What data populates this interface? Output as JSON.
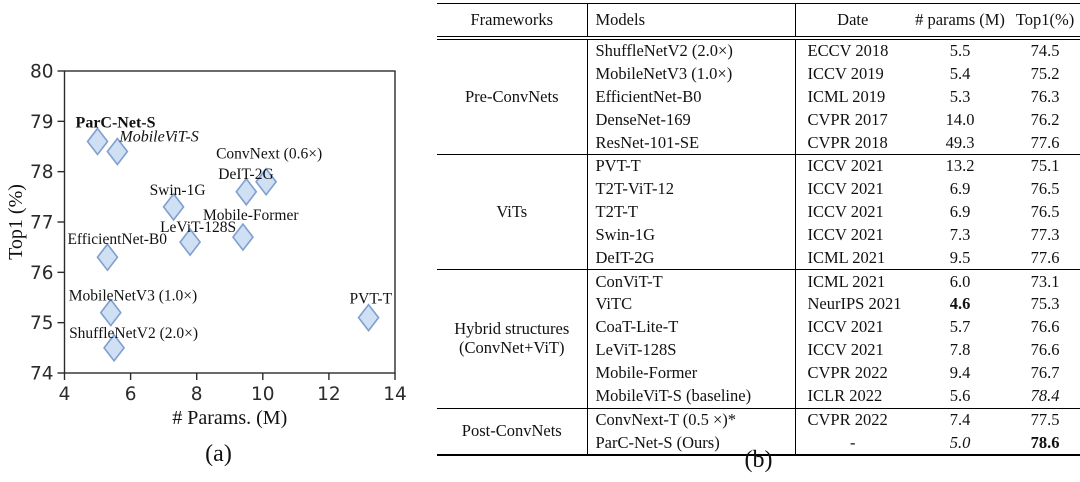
{
  "figure": {
    "captions": {
      "a": "(a)",
      "b": "(b)"
    }
  },
  "chart_data": [
    {
      "type": "scatter",
      "title": "",
      "xlabel": "# Params. (M)",
      "ylabel": "Top1 (%)",
      "xlim": [
        4,
        14
      ],
      "ylim": [
        74,
        80
      ],
      "xticks": [
        4,
        6,
        8,
        10,
        12,
        14
      ],
      "yticks": [
        80,
        79,
        78,
        77,
        76,
        75,
        74
      ],
      "grid": false,
      "legend": "none",
      "marker": "diamond",
      "colors": {
        "marker_fill": "#cfdff4",
        "marker_stroke": "#7f9fcf",
        "axis": "#2b2b2b"
      },
      "points": [
        {
          "label": "ParC-Net-S",
          "x": 5.0,
          "y": 78.6,
          "style": "bold",
          "label_dx": -22,
          "label_dy": -14
        },
        {
          "label": "MobileViT-S",
          "x": 5.6,
          "y": 78.4,
          "style": "italic",
          "label_dx": 2,
          "label_dy": -10
        },
        {
          "label": "ConvNext (0.6×)",
          "x": 10.1,
          "y": 77.8,
          "style": "normal",
          "label_dx": -50,
          "label_dy": -23
        },
        {
          "label": "DeIT-2G",
          "x": 9.5,
          "y": 77.6,
          "style": "normal",
          "label_dx": -28,
          "label_dy": -13
        },
        {
          "label": "Swin-1G",
          "x": 7.3,
          "y": 77.3,
          "style": "normal",
          "label_dx": -24,
          "label_dy": -12
        },
        {
          "label": "Mobile-Former",
          "x": 9.4,
          "y": 76.7,
          "style": "normal",
          "label_dx": -40,
          "label_dy": -17
        },
        {
          "label": "LeViT-128S",
          "x": 7.8,
          "y": 76.6,
          "style": "normal",
          "label_dx": -30,
          "label_dy": -10
        },
        {
          "label": "EfficientNet-B0",
          "x": 5.3,
          "y": 76.3,
          "style": "normal",
          "label_dx": -40,
          "label_dy": -13
        },
        {
          "label": "MobileNetV3 (1.0×)",
          "x": 5.4,
          "y": 75.2,
          "style": "normal",
          "label_dx": -42,
          "label_dy": -12
        },
        {
          "label": "ShuffleNetV2 (2.0×)",
          "x": 5.5,
          "y": 74.5,
          "style": "normal",
          "label_dx": -45,
          "label_dy": -10
        },
        {
          "label": "PVT-T",
          "x": 13.2,
          "y": 75.1,
          "style": "normal",
          "label_dx": -19,
          "label_dy": -14
        }
      ]
    },
    {
      "type": "table",
      "headers": [
        "Frameworks",
        "Models",
        "Date",
        "# params (M)",
        "Top1(%)"
      ],
      "groups": [
        {
          "framework": "Pre-ConvNets",
          "rows": [
            {
              "model": "ShuffleNetV2 (2.0×)",
              "date": "ECCV 2018",
              "params": "5.5",
              "top1": "74.5"
            },
            {
              "model": "MobileNetV3 (1.0×)",
              "date": "ICCV 2019",
              "params": "5.4",
              "top1": "75.2"
            },
            {
              "model": "EfficientNet-B0",
              "date": "ICML 2019",
              "params": "5.3",
              "top1": "76.3"
            },
            {
              "model": "DenseNet-169",
              "date": "CVPR 2017",
              "params": "14.0",
              "top1": "76.2"
            },
            {
              "model": "ResNet-101-SE",
              "date": "CVPR 2018",
              "params": "49.3",
              "top1": "77.6"
            }
          ]
        },
        {
          "framework": "ViTs",
          "rows": [
            {
              "model": "PVT-T",
              "date": "ICCV 2021",
              "params": "13.2",
              "top1": "75.1"
            },
            {
              "model": "T2T-ViT-12",
              "date": "ICCV 2021",
              "params": "6.9",
              "top1": "76.5"
            },
            {
              "model": "T2T-T",
              "date": "ICCV 2021",
              "params": "6.9",
              "top1": "76.5"
            },
            {
              "model": "Swin-1G",
              "date": "ICCV 2021",
              "params": "7.3",
              "top1": "77.3"
            },
            {
              "model": "DeIT-2G",
              "date": "ICML 2021",
              "params": "9.5",
              "top1": "77.6"
            }
          ]
        },
        {
          "framework": "Hybrid structures (ConvNet+ViT)",
          "rows": [
            {
              "model": "ConViT-T",
              "date": "ICML 2021",
              "params": "6.0",
              "top1": "73.1"
            },
            {
              "model": "ViTC",
              "date": "NeurIPS 2021",
              "params": "4.6",
              "top1": "75.3",
              "params_style": "bold"
            },
            {
              "model": "CoaT-Lite-T",
              "date": "ICCV 2021",
              "params": "5.7",
              "top1": "76.6"
            },
            {
              "model": "LeViT-128S",
              "date": "ICCV 2021",
              "params": "7.8",
              "top1": "76.6"
            },
            {
              "model": "Mobile-Former",
              "date": "CVPR 2022",
              "params": "9.4",
              "top1": "76.7"
            },
            {
              "model": "MobileViT-S (baseline)",
              "date": "ICLR 2022",
              "params": "5.6",
              "top1": "78.4",
              "top1_style": "italic"
            }
          ]
        },
        {
          "framework": "Post-ConvNets",
          "rows": [
            {
              "model": "ConvNext-T (0.5 ×)*",
              "date": "CVPR 2022",
              "params": "7.4",
              "top1": "77.5"
            },
            {
              "model": "ParC-Net-S  (Ours)",
              "date": "-",
              "params": "5.0",
              "top1": "78.6",
              "params_style": "italic",
              "top1_style": "bold",
              "date_align": "center"
            }
          ]
        }
      ]
    }
  ]
}
